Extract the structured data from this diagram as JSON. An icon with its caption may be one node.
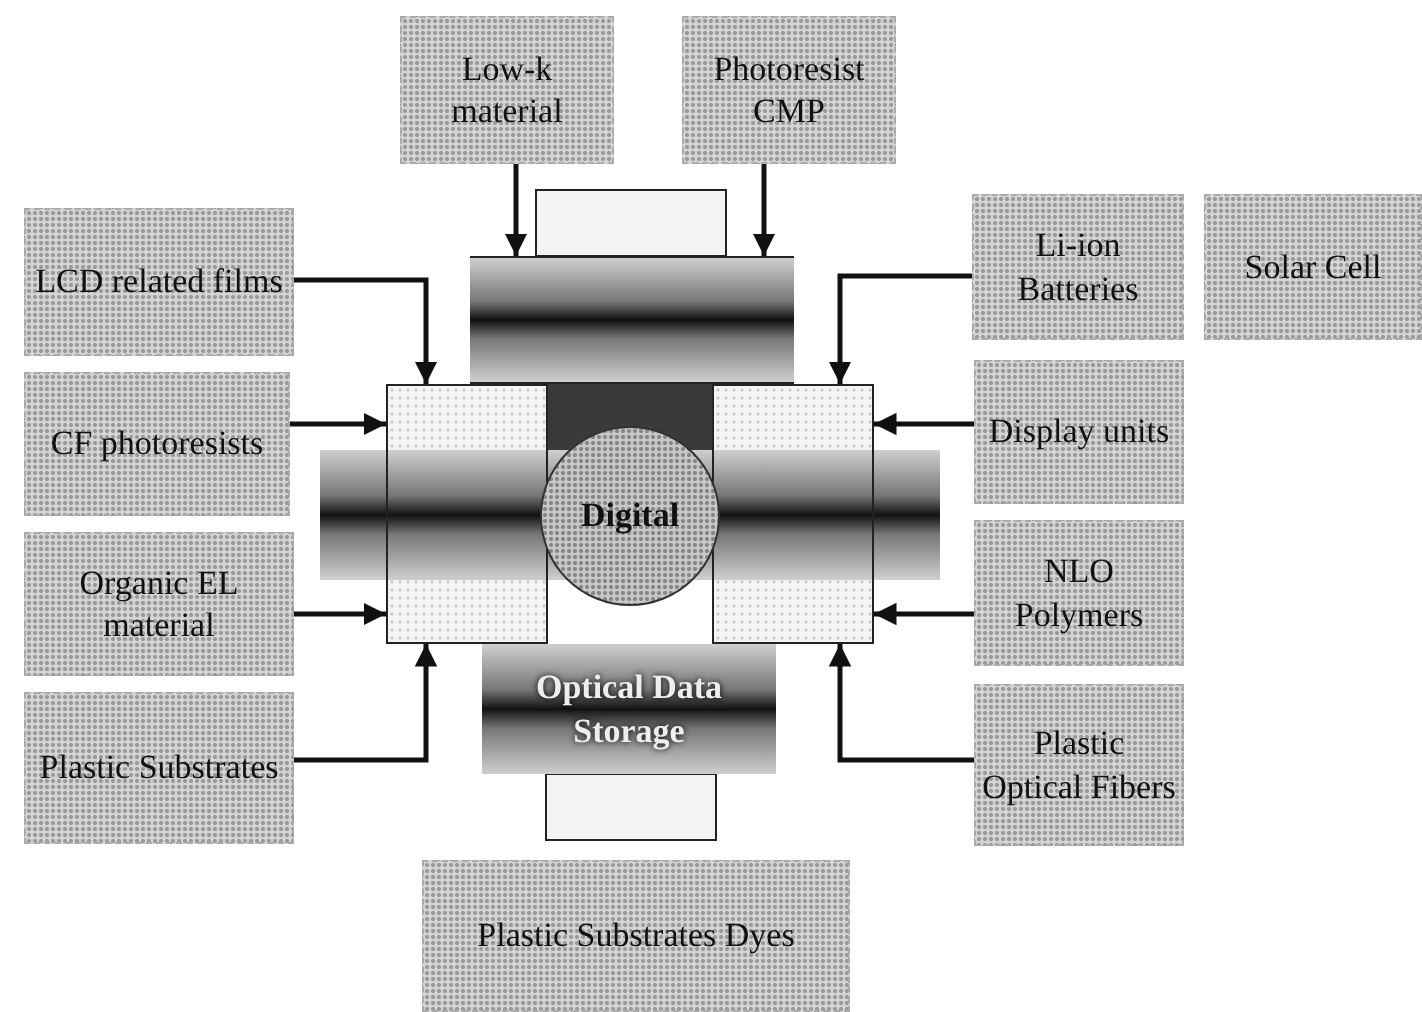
{
  "diagram": {
    "nodes": [
      {
        "text": [
          "Low-k material"
        ]
      },
      {
        "text": [
          "Photoresist CMP"
        ]
      },
      {
        "text": [
          "LCD related films"
        ]
      },
      {
        "text": [
          "Li-ion Batteries"
        ]
      },
      {
        "text": [
          "Solar Cell"
        ]
      },
      {
        "text": [],
        "shape": "box"
      },
      {
        "text": [
          "CF photoresists"
        ]
      },
      {
        "text": [],
        "shape": "box"
      },
      {
        "text": [
          "Digital"
        ]
      },
      {
        "text": [],
        "shape": "box"
      },
      {
        "text": [
          "Display units"
        ]
      },
      {
        "text": [
          "Organic EL material"
        ]
      },
      {
        "text": [
          "NLO Polymers"
        ]
      },
      {
        "text": [
          "Plastic Substrates"
        ]
      },
      {
        "text": [
          "Optical Data Storage"
        ]
      },
      {
        "text": [
          "Plastic Optical Fibers"
        ]
      },
      {
        "text": [
          "Plastic Substrates Dyes"
        ]
      }
    ],
    "edges": [
      {
        "from": 0,
        "to": 5,
        "arrow": "to"
      },
      {
        "from": 1,
        "to": 5,
        "arrow": "to"
      },
      {
        "from": 2,
        "to": 7,
        "arrow": "to"
      },
      {
        "from": 6,
        "to": 7,
        "arrow": "to"
      },
      {
        "from": 11,
        "to": 7,
        "arrow": "to"
      },
      {
        "from": 13,
        "to": 7,
        "arrow": "to"
      },
      {
        "from": 3,
        "to": 9,
        "arrow": "to"
      },
      {
        "from": 10,
        "to": 9,
        "arrow": "to"
      },
      {
        "from": 12,
        "to": 9,
        "arrow": "to"
      },
      {
        "from": 15,
        "to": 9,
        "arrow": "to"
      }
    ]
  }
}
